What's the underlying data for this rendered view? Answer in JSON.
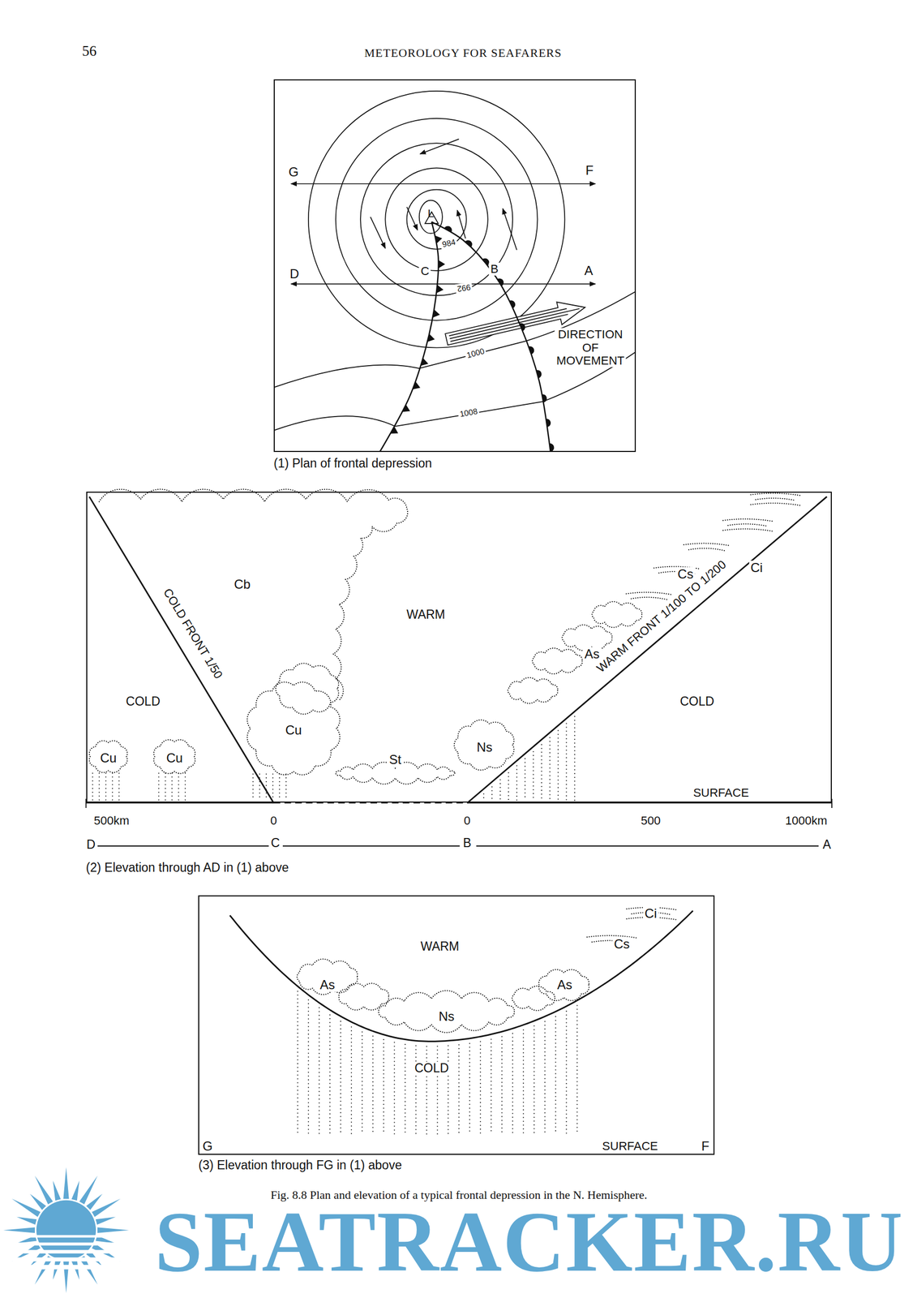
{
  "diagram": {
    "caption": "Fig. 8.8 Plan and elevation of a typical frontal depression in the N. Hemisphere.",
    "nodes": [
      {
        "text": [
          "(1) Plan of frontal depression"
        ]
      },
      {
        "text": [
          "(2) Elevation through AD in (1) above"
        ]
      },
      {
        "text": [
          "(3) Elevation through FG in (1) above"
        ]
      }
    ],
    "labels": [
      "56",
      "METEOROLOGY FOR SEAFARERS",
      "G",
      "F",
      "D",
      "A",
      "L",
      "C",
      "B",
      "984",
      "992",
      "1000",
      "1008",
      "DIRECTION OF MOVEMENT",
      "Cb",
      "WARM",
      "Ci",
      "Cs",
      "COLD FRONT 1/50",
      "WARM FRONT 1/100 TO 1/200",
      "As",
      "COLD",
      "COLD",
      "Cu",
      "Cu",
      "Cu",
      "St",
      "Ns",
      "SURFACE",
      "500km",
      "0",
      "0",
      "500",
      "1000km",
      "D",
      "C",
      "B",
      "A",
      "WARM",
      "Ci",
      "Cs",
      "As",
      "As",
      "Ns",
      "COLD",
      "G",
      "SURFACE",
      "F",
      "SEATRACKER.RU"
    ]
  }
}
